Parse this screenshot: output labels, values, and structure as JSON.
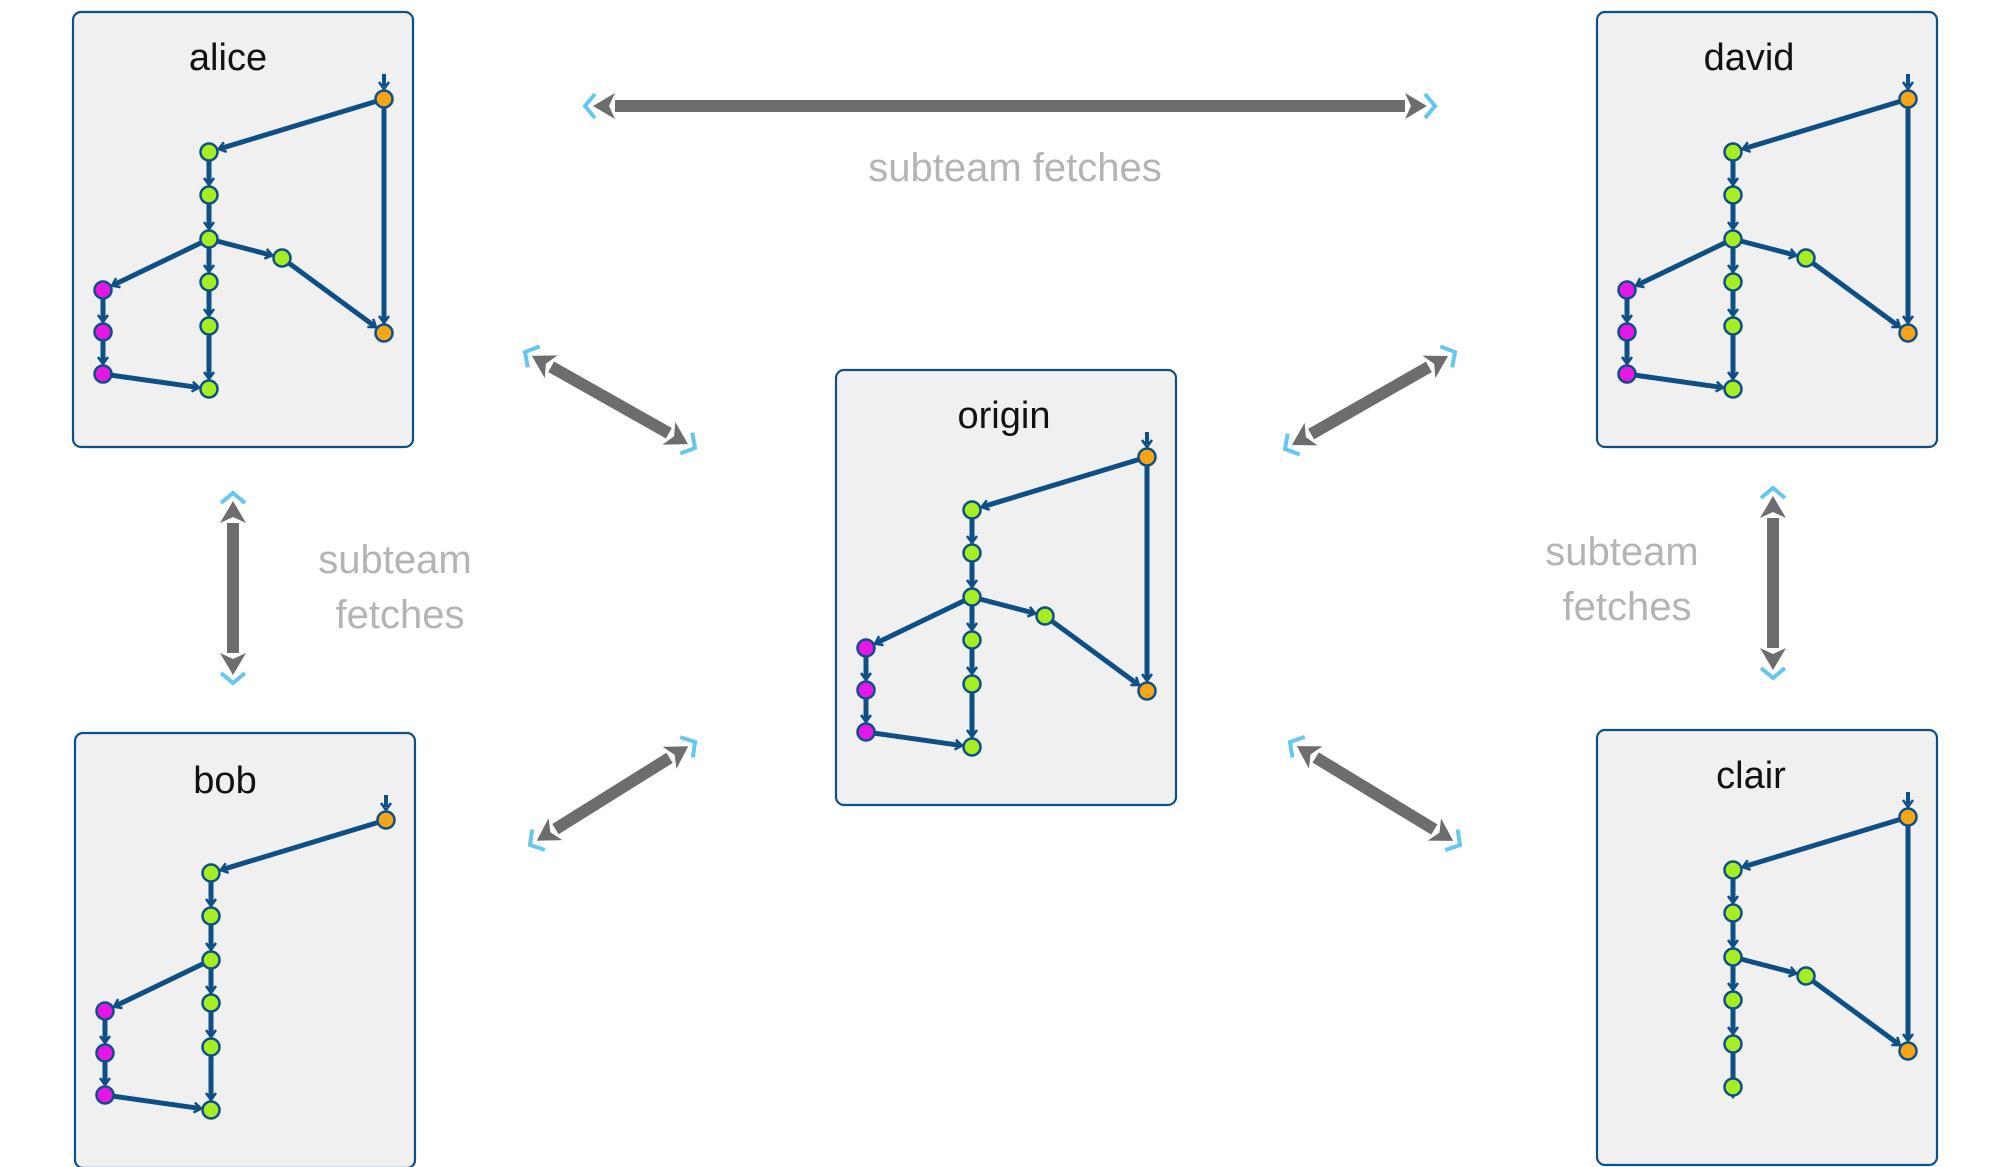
{
  "colors": {
    "box_fill": "#f0f0f0",
    "box_border": "#0e4f86",
    "edge": "#0e4f86",
    "node_main": "#a6ee22",
    "node_feature": "#e617e6",
    "node_orange": "#f5a516",
    "arrow_shaft": "#6d6d6d",
    "arrow_tip": "#66c6f2",
    "label": "#b4b4b4"
  },
  "repos": [
    {
      "id": "alice",
      "name": "alice",
      "variant": "full"
    },
    {
      "id": "david",
      "name": "david",
      "variant": "full"
    },
    {
      "id": "origin",
      "name": "origin",
      "variant": "full"
    },
    {
      "id": "bob",
      "name": "bob",
      "variant": "no-branch-top"
    },
    {
      "id": "clair",
      "name": "clair",
      "variant": "no-feature"
    }
  ],
  "labels": {
    "top": "subteam fetches",
    "left_line1": "subteam",
    "left_line2": "fetches",
    "right_line1": "subteam",
    "right_line2": "fetches"
  }
}
